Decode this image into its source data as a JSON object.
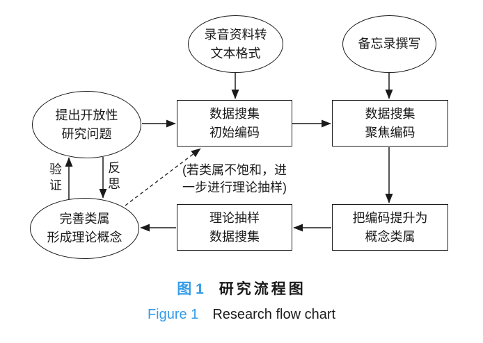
{
  "figure": {
    "nodes": {
      "recording_to_text": "录音资料转\n文本格式",
      "memo_writing": "备忘录撰写",
      "open_question": "提出开放性\n研究问题",
      "initial_coding": "数据搜集\n初始编码",
      "focused_coding": "数据搜集\n聚焦编码",
      "raise_to_concept": "把编码提升为\n概念类属",
      "theoretical_sampling": "理论抽样\n数据搜集",
      "refine_category": "完善类属\n形成理论概念"
    },
    "edge_labels": {
      "verify": "验\n证",
      "reflect": "反\n思"
    },
    "annotation": "(若类属不饱和，进\n一步进行理论抽样)",
    "caption_zh": {
      "prefix": "图 1",
      "title": "研究流程图"
    },
    "caption_en": {
      "prefix": "Figure 1",
      "title": "Research flow chart"
    },
    "colors": {
      "accent_blue": "#339ce8",
      "line": "#1a1a1a",
      "background": "#ffffff"
    }
  }
}
